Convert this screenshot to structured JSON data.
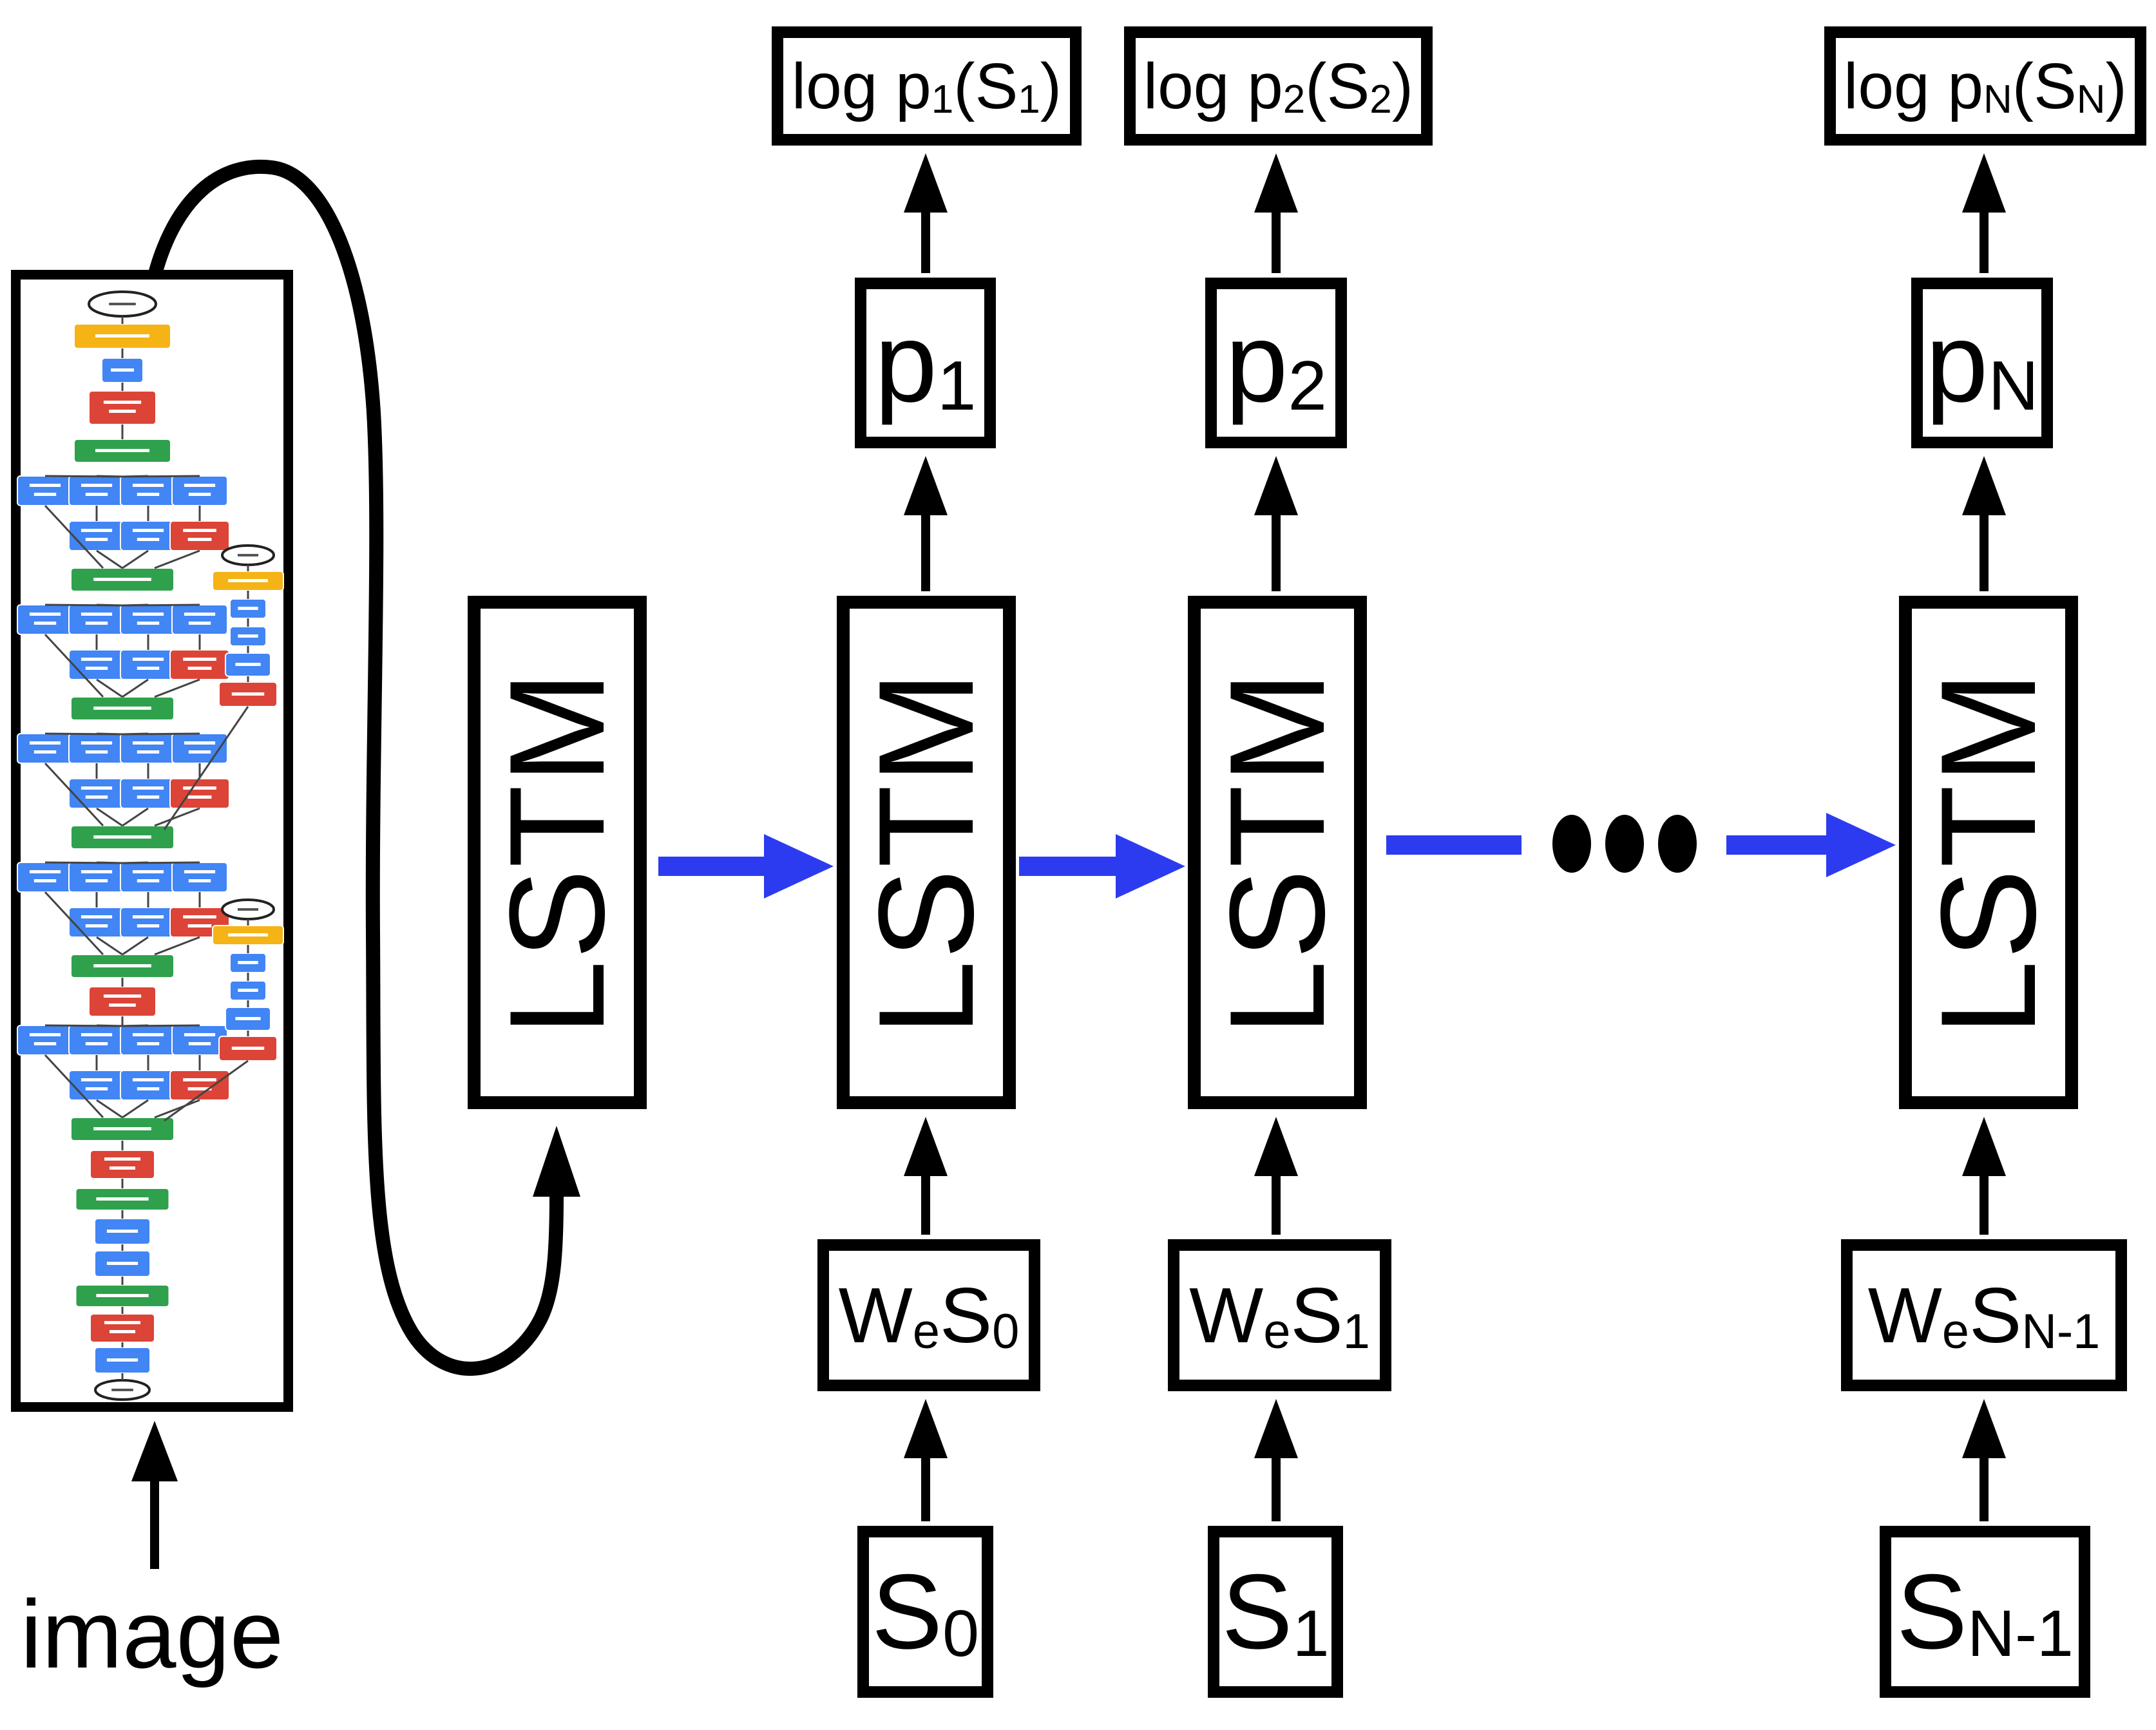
{
  "figure": {
    "image_label": "image",
    "lstm_label": "LSTM",
    "continuation_dots": 3,
    "colors": {
      "background": "#ffffff",
      "line_black": "#000000",
      "recurrence_blue": "#2d3bf0",
      "cnn_conv_blue": "#4285f4",
      "cnn_pool_red": "#dc4437",
      "cnn_concat_green": "#2fa14c",
      "cnn_softmax_yellow": "#f5b316"
    },
    "columns": [
      {
        "log_pre": "log p",
        "log_sub1": "1",
        "log_mid": "(S",
        "log_sub2": "1",
        "log_post": ")",
        "p_pre": "p",
        "p_sub": "1",
        "wes_pre": "W",
        "wes_sub1": "e",
        "wes_mid": "S",
        "wes_sub2": "0",
        "s_pre": "S",
        "s_sub": "0"
      },
      {
        "log_pre": "log p",
        "log_sub1": "2",
        "log_mid": "(S",
        "log_sub2": "2",
        "log_post": ")",
        "p_pre": "p",
        "p_sub": "2",
        "wes_pre": "W",
        "wes_sub1": "e",
        "wes_mid": "S",
        "wes_sub2": "1",
        "s_pre": "S",
        "s_sub": "1"
      },
      {
        "log_pre": "log p",
        "log_sub1": "N",
        "log_mid": "(S",
        "log_sub2": "N",
        "log_post": ")",
        "p_pre": "p",
        "p_sub": "N",
        "wes_pre": "W",
        "wes_sub1": "e",
        "wes_mid": "S",
        "wes_sub2": "N-1",
        "s_pre": "S",
        "s_sub": "N-1"
      }
    ]
  }
}
